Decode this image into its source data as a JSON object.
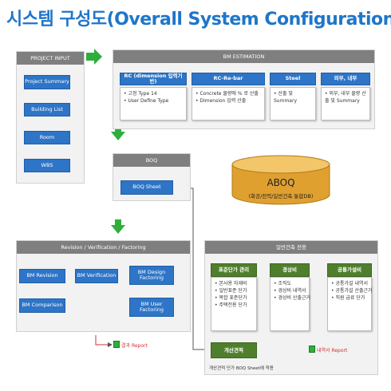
{
  "title": "시스템 구성도(Overall System Configuration)",
  "project_input": {
    "header": "PROJECT INPUT",
    "items": [
      "Project Summary",
      "Building List",
      "Room",
      "WBS"
    ]
  },
  "bm_estimation": {
    "header": "BM ESTIMATION",
    "columns": [
      {
        "head": "RC (dimension 입력기반)",
        "bullets": [
          "고정 Type 14",
          "User Define Type"
        ]
      },
      {
        "head": "RC-Re-bar",
        "bullets": [
          "Concrete 물량에 % 로 산출",
          "Dimension 입력 산출"
        ]
      },
      {
        "head": "Steel",
        "bullets": [
          "산출 및 Summary"
        ]
      },
      {
        "head": "외부, 내부",
        "bullets": [
          "외부, 내부 물량 산출 및 Summary"
        ]
      }
    ]
  },
  "boq": {
    "header": "BOQ",
    "sheet": "BOQ Sheet"
  },
  "aboq": {
    "name": "ABOQ",
    "desc": "(화공/전력/일반건축 통합DB)"
  },
  "revision": {
    "header": "Revision / Verification / Factoring",
    "bm_revision": "BM Revision",
    "bm_verification": "BM Verification",
    "bm_design_factoring": "BM Design Factoring",
    "bm_comparison": "BM Comparison",
    "bm_user_factoring": "BM User Factoring",
    "report": "결과 Report"
  },
  "general": {
    "header": "일반건축 전용",
    "unit_price": {
      "head": "표준단가 관리",
      "bullets": [
        "본사용 자재비",
        "일반표준 단가",
        "복합 표준단가",
        "주택전용 단가"
      ]
    },
    "expense": {
      "head": "경상비",
      "bullets": [
        "조직도",
        "경상비 내역서",
        "경상비 산출근거"
      ]
    },
    "common": {
      "head": "공통가설비",
      "bullets": [
        "공통가설 내역서",
        "공통가설 산출근거",
        "직원 급료 단가"
      ]
    },
    "calc": "개산견적",
    "calc_note": "개산견적 단가 BOQ Sheet에 적용",
    "report": "내역서 Report"
  },
  "colors": {
    "accent": "#2e75c7",
    "green": "#4f7f2c",
    "arrow": "#2fae3c",
    "title": "#1f76c9",
    "cylinder": "#e0a030"
  }
}
